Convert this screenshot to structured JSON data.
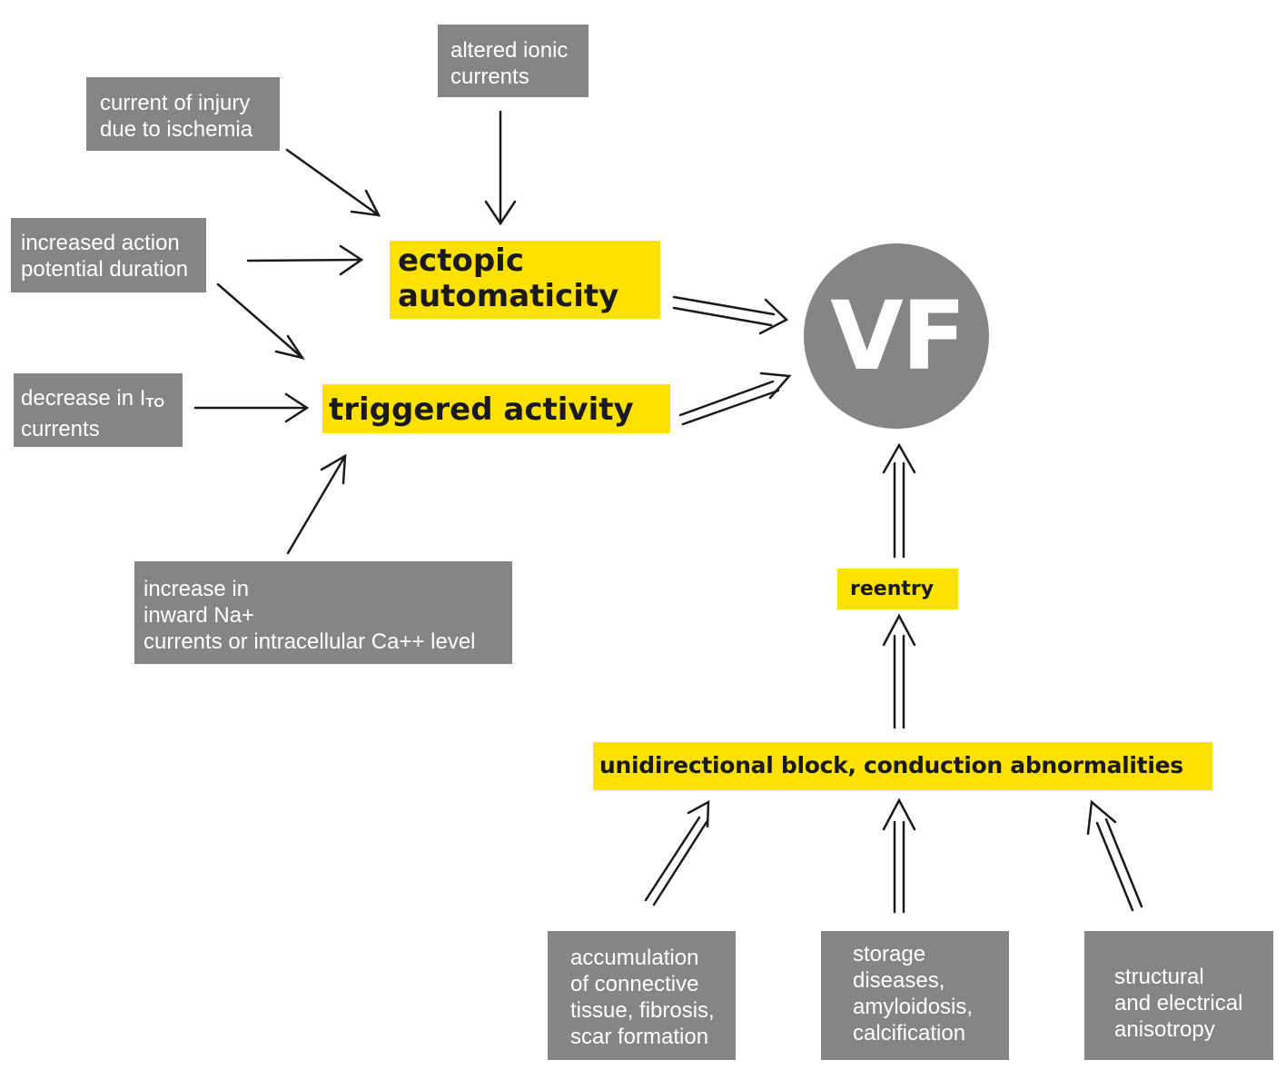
{
  "causes": {
    "altered_ionic_currents": [
      "altered ionic",
      "currents"
    ],
    "current_of_injury": [
      "current of injury",
      "due to ischemia"
    ],
    "increased_apd": [
      "increased action",
      "potential duration"
    ],
    "decrease_ito": {
      "prefix": "decrease in I",
      "subscript": "TO",
      "line2": "currents"
    },
    "increase_inward": [
      "increase in",
      "inward Na+",
      "currents or intracellular Ca++ level"
    ],
    "accumulation": [
      "accumulation",
      "of connective",
      "tissue, fibrosis,",
      "scar formation"
    ],
    "storage": [
      "storage",
      "diseases,",
      "amyloidosis,",
      "calcification"
    ],
    "anisotropy": [
      "structural",
      "and electrical",
      "anisotropy"
    ]
  },
  "mechanisms": {
    "ectopic": [
      "ectopic",
      "automaticity"
    ],
    "triggered": "triggered activity",
    "reentry": "reentry",
    "unidirectional": "unidirectional block, conduction abnormalities"
  },
  "outcome": "VF",
  "colors": {
    "cause_box": "#858585",
    "mechanism_box": "#ffe100",
    "outcome_circle": "#858585",
    "arrow": "#1a1a1a"
  }
}
